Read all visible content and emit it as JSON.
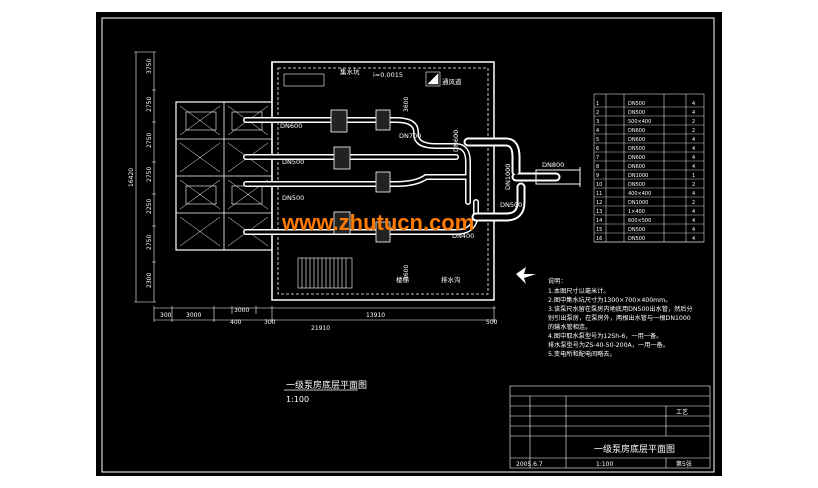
{
  "drawing": {
    "labels": {
      "sump": "集水坑",
      "slope": "i=0.0015",
      "vent": "通风道",
      "stair": "楼梯",
      "drain": "排水沟",
      "pipe_dn600_left": "DN600",
      "pipe_dn700": "DN700",
      "pipe_dn500_a": "DN500",
      "pipe_dn500_b": "DN500",
      "pipe_dn500_c": "DN500",
      "pipe_dn600_top": "DN600",
      "pipe_dn800": "DN800",
      "pipe_dn1000": "DN1000",
      "pipe_dn1000_right": "DN1000",
      "pipe_dn400": "DN400",
      "dim_total_height": "16420",
      "dim_total_width": "21910",
      "dim_bottom_13910": "13910",
      "dim_bottom_3000a": "3000",
      "dim_bottom_3000b": "3000",
      "dim_bottom_300a": "300",
      "dim_bottom_300b": "300",
      "dim_bottom_500": "500",
      "dim_bottom_400": "400",
      "dim_left_1": "3750",
      "dim_left_2": "2750",
      "dim_left_3": "2750",
      "dim_left_4": "2750",
      "dim_left_5": "2250",
      "dim_left_6": "2750",
      "dim_left_7": "2300",
      "dim_3600_a": "3600",
      "dim_3600_b": "3600"
    }
  },
  "notes": {
    "heading": "说明：",
    "lines": [
      "1.本图尺寸以毫米计。",
      "2.图中集水坑尺寸为1300×700×400mm。",
      "3.该泵尺水留在泵房内地底用DN500出水管，然后分",
      "   别引出泵房，在泵房外，两根出水管与一根DN1000",
      "   的输水管相连。",
      "4.图中取水泵型号为12Sh-6，一用一备。",
      "   排水泵型号为ZS-40-50-200A，一用一备。",
      "5.变电所和配电间略去。"
    ]
  },
  "table": {
    "rows": [
      [
        "1",
        "",
        "DN500",
        "",
        "4"
      ],
      [
        "2",
        "",
        "DN500",
        "",
        "4"
      ],
      [
        "3",
        "",
        "500×400",
        "",
        "2"
      ],
      [
        "4",
        "",
        "DN600",
        "",
        "2"
      ],
      [
        "5",
        "",
        "DN600",
        "",
        "4"
      ],
      [
        "6",
        "",
        "DN500",
        "",
        "4"
      ],
      [
        "7",
        "",
        "DN600",
        "",
        "4"
      ],
      [
        "8",
        "",
        "DN600",
        "",
        "4"
      ],
      [
        "9",
        "",
        "DN1000",
        "",
        "1"
      ],
      [
        "10",
        "",
        "DN500",
        "",
        "2"
      ],
      [
        "11",
        "",
        "400×400",
        "",
        "4"
      ],
      [
        "12",
        "",
        "DN1000",
        "",
        "2"
      ],
      [
        "13",
        "",
        "1×400",
        "",
        "4"
      ],
      [
        "14",
        "",
        "600×500",
        "",
        "4"
      ],
      [
        "15",
        "",
        "DN500",
        "",
        "4"
      ],
      [
        "16",
        "",
        "DN500",
        "",
        "4"
      ]
    ]
  },
  "title_block": {
    "drawing_title": "一级泵房底层平面图",
    "date": "2005.6.7",
    "scale": "1:100",
    "discipline": "工艺",
    "sheet": "第5张"
  },
  "caption": {
    "title": "一级泵房底层平面图",
    "scale": "1:100"
  },
  "watermark": "www.zhutucn.com"
}
